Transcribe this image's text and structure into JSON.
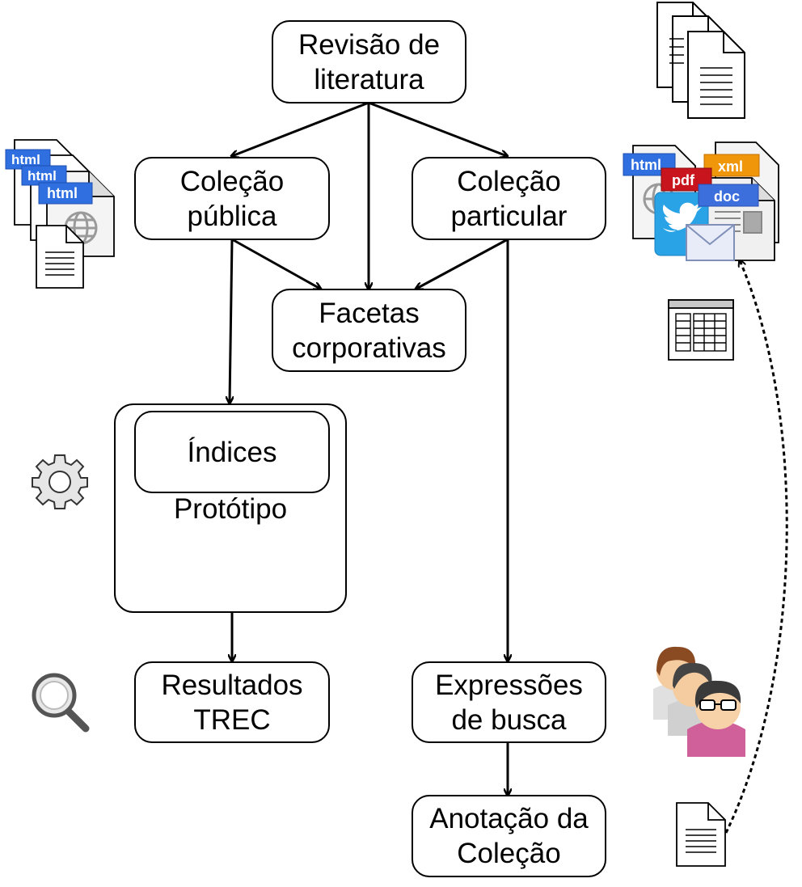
{
  "nodes": {
    "revisao": "Revisão de\nliteratura",
    "colecao_publica": "Coleção\npública",
    "colecao_particular": "Coleção\nparticular",
    "facetas": "Facetas\ncorporativas",
    "indices": "Índices",
    "prototipo": "Protótipo",
    "resultados": "Resultados\nTREC",
    "expressoes": "Expressões\nde busca",
    "anotacao": "Anotação da\nColeção"
  },
  "icon_labels": {
    "html": "html",
    "pdf": "pdf",
    "xml": "xml",
    "doc": "doc"
  },
  "colors": {
    "html_badge": "#2f6fe0",
    "pdf_badge": "#c8141c",
    "xml_badge": "#f0960a",
    "doc_badge": "#3c6edc",
    "twitter": "#2aa3e6",
    "person_pink": "#d0609a"
  }
}
